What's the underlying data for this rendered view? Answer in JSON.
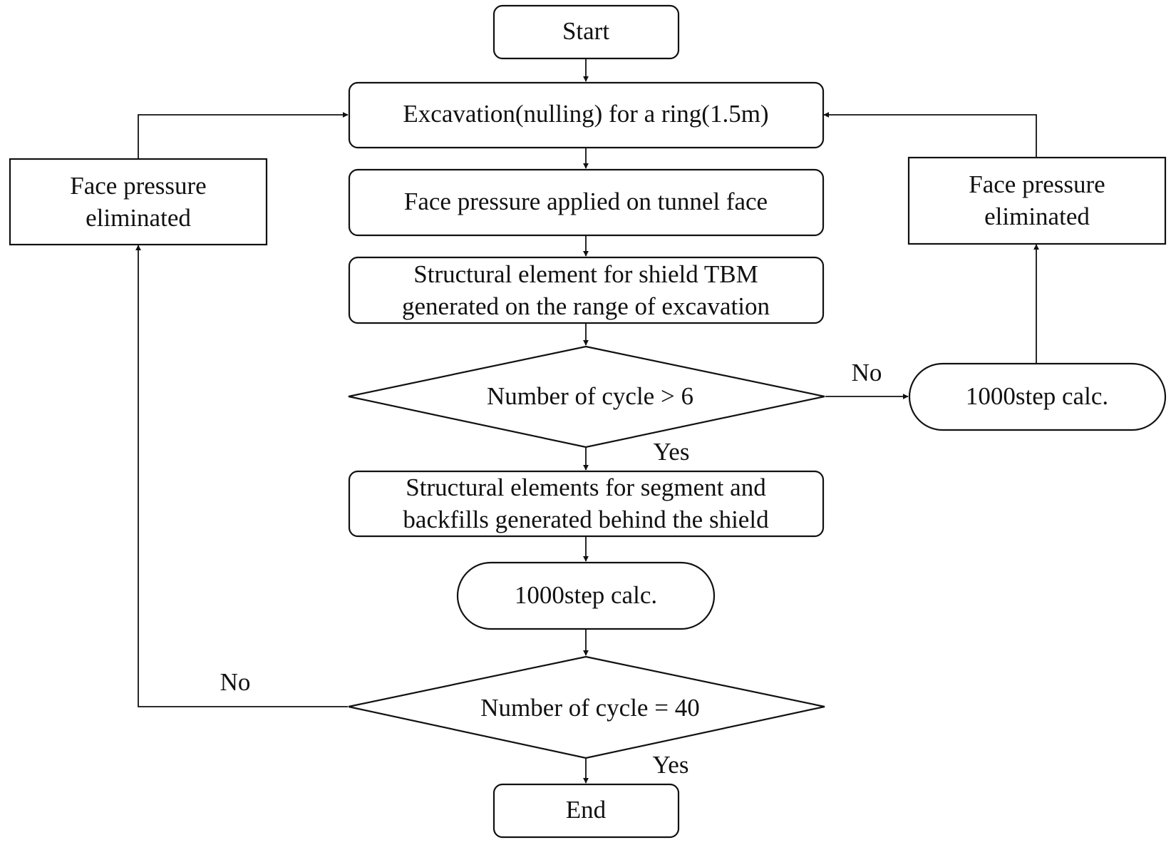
{
  "flowchart": {
    "start": "Start",
    "excavation": "Excavation(nulling)  for a ring(1.5m)",
    "face_pressure_applied": "Face pressure applied on tunnel face",
    "tbm_element": {
      "line1": "Structural element for shield TBM",
      "line2": "generated on the range of excavation"
    },
    "decision_cycle6": "Number of cycle > 6",
    "segment_element": {
      "line1": "Structural elements for segment and",
      "line2": "backfills generated behind the shield"
    },
    "calc_center": "1000step calc.",
    "decision_cycle40": "Number of cycle = 40",
    "end": "End",
    "face_pressure_left": {
      "line1": "Face pressure",
      "line2": "eliminated"
    },
    "face_pressure_right": {
      "line1": "Face pressure",
      "line2": "eliminated"
    },
    "calc_right": "1000step calc.",
    "labels": {
      "no_cycle6": "No",
      "yes_cycle6": "Yes",
      "no_cycle40": "No",
      "yes_cycle40": "Yes"
    }
  }
}
